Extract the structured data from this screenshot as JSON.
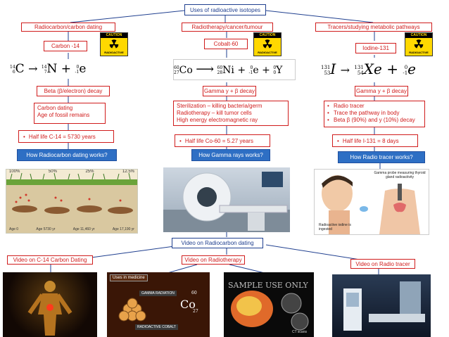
{
  "title": "Uses of radioactive isotopes",
  "columns": [
    {
      "header": "Radiocarbon/carbon dating",
      "isotope": "Carbon -14",
      "decay": "Beta (β/electron) decay",
      "notes": [
        "Carbon dating",
        "Age of fossil remains"
      ],
      "half_life": "Half life C-14 = 5730 years",
      "question": "How Radiocarbon dating works?",
      "image_labels": [
        "100%",
        "50%",
        "25%",
        "12.5%"
      ],
      "image_ages": [
        "Age 0",
        "Age 5730 yr",
        "Age 11,460 yr",
        "Age 17,190 yr"
      ]
    },
    {
      "header": "Radiotherapy/cancer/tumour",
      "isotope": "Cobalt-60",
      "decay": "Gamma y + β decay",
      "notes": [
        "Sterilization – killing bacteria/germ",
        "Radiotherapy – kill tumor cells",
        "High energy electromagnetic ray"
      ],
      "half_life": "Half life Co-60 = 5.27 years",
      "question": "How Gamma rays works?"
    },
    {
      "header": "Tracers/studying metabolic pathways",
      "isotope": "Iodine-131",
      "decay": "Gamma y + β decay",
      "notes": [
        "Radio tracer",
        "Trace the pathway in body",
        "Beta β (90%) and y (10%) decay"
      ],
      "half_life": "Half life I-131 = 8 days",
      "question": "How Radio tracer works?",
      "image_caption": "Gamma probe measuring thyroid gland radioactivity",
      "image_note": "Radioactive iodine is ingested"
    }
  ],
  "caution": {
    "header": "CAUTION",
    "footer": "RADIOACTIVE"
  },
  "equations": {
    "c14": {
      "a_mass": "14",
      "a_num": "6",
      "a": "C",
      "b_mass": "14",
      "b_num": "7",
      "b": "N",
      "c_mass": "0",
      "c_num": "-1",
      "c": "e"
    },
    "co60": {
      "a_mass": "60",
      "a_num": "27",
      "a": "Co",
      "b_mass": "60",
      "b_num": "28",
      "b": "Ni",
      "c_mass": "0",
      "c_num": "-1",
      "c": "e",
      "d_mass": "0",
      "d_num": "0",
      "d": "Y"
    },
    "i131": {
      "a_mass": "131",
      "a_num": "53",
      "a": "I",
      "b_mass": "131",
      "b_num": "54",
      "b": "Xe",
      "c_mass": "0",
      "c_num": "-1",
      "c": "e"
    }
  },
  "video_section": {
    "title": "Video on Radiocarbon dating",
    "items": [
      "Video on C-14 Carbon Dating",
      "Video on Radiotherapy",
      "Video on Radio tracer"
    ],
    "thumb_uses": "Uses in medicine",
    "thumb_gamma": "GAMMA RADIATION",
    "thumb_cobalt": "RADIOACTIVE COBALT",
    "thumb_mass": "60",
    "thumb_symbol": "Co",
    "thumb_num": "27",
    "thumb_sample": "SAMPLE USE ONLY",
    "thumb_ct": "CT scans"
  }
}
